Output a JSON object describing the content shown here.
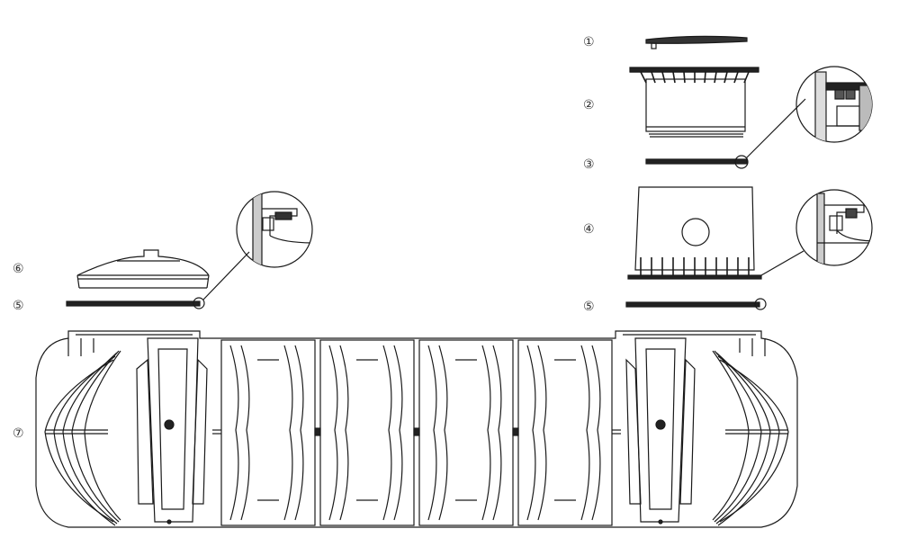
{
  "callouts": {
    "c1": "①",
    "c2": "②",
    "c3": "③",
    "c4": "④",
    "c5_left": "⑤",
    "c5_right": "⑤",
    "c6": "⑥",
    "c7": "⑦"
  },
  "colors": {
    "line": "#1a1a1a",
    "background": "#ffffff"
  }
}
